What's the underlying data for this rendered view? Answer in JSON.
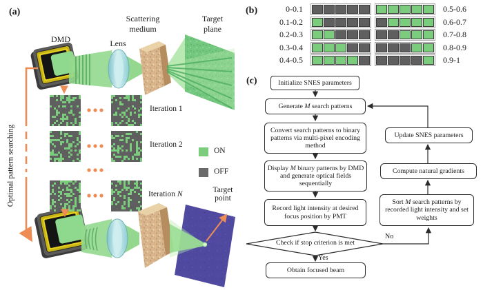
{
  "colors": {
    "on_green": "#7ccc7e",
    "off_gray": "#5f5f5f",
    "legend_gray": "#6a6a6a",
    "orange": "#ee8c55",
    "beam_green": "#8ed689",
    "lens_cyan": "#a7dadd",
    "medium_tan": "#d8b58c",
    "plane_green": "#74c77f",
    "plane_purple": "#4f4aa0"
  },
  "panel_a": {
    "label": "(a)",
    "dmd_label": "DMD",
    "lens_label": "Lens",
    "scattering_label": [
      "Scattering",
      "medium"
    ],
    "target_plane_label": [
      "Target",
      "plane"
    ],
    "iteration_labels": [
      "Iteration 1",
      "Iteration 2"
    ],
    "iteration_n": {
      "pre": "Iteration ",
      "var": "N"
    },
    "side_label": "Optimal pattern searching",
    "legend": [
      {
        "label": "ON",
        "color": "#7ccc7e"
      },
      {
        "label": "OFF",
        "color": "#6a6a6a"
      }
    ],
    "target_point_label": [
      "Target",
      "point"
    ]
  },
  "panel_b": {
    "label": "(b)",
    "left_rows": [
      {
        "label": "0-0.1",
        "cells": [
          0,
          0,
          0,
          0,
          0
        ]
      },
      {
        "label": "0.1-0.2",
        "cells": [
          1,
          0,
          0,
          0,
          0
        ]
      },
      {
        "label": "0.2-0.3",
        "cells": [
          1,
          1,
          0,
          0,
          0
        ]
      },
      {
        "label": "0.3-0.4",
        "cells": [
          1,
          1,
          1,
          0,
          0
        ]
      },
      {
        "label": "0.4-0.5",
        "cells": [
          1,
          1,
          1,
          1,
          0
        ]
      }
    ],
    "right_rows": [
      {
        "label": "0.5-0.6",
        "cells": [
          1,
          1,
          1,
          1,
          1
        ]
      },
      {
        "label": "0.6-0.7",
        "cells": [
          0,
          1,
          1,
          1,
          1
        ]
      },
      {
        "label": "0.7-0.8",
        "cells": [
          0,
          0,
          1,
          1,
          1
        ]
      },
      {
        "label": "0.8-0.9",
        "cells": [
          0,
          0,
          0,
          1,
          1
        ]
      },
      {
        "label": "0.9-1",
        "cells": [
          0,
          0,
          0,
          0,
          1
        ]
      }
    ]
  },
  "panel_c": {
    "label": "(c)",
    "boxes": {
      "init": {
        "pre": "Initialize SNES parameters",
        "var": "",
        "post": ""
      },
      "generate": {
        "pre": "Generate ",
        "var": "M",
        "post": " search patterns"
      },
      "convert": {
        "pre": "Convert search patterns to binary patterns via multi-pixel encoding method",
        "var": "",
        "post": ""
      },
      "display": {
        "pre": "Display ",
        "var": "M",
        "post": " binary patterns by DMD and generate optical fields sequentially"
      },
      "record": {
        "pre": "Record light intensity at desired focus position by PMT",
        "var": "",
        "post": ""
      },
      "decision": {
        "pre": "Check if stop criterion is met",
        "var": "",
        "post": ""
      },
      "obtain": {
        "pre": "Obtain focused beam",
        "var": "",
        "post": ""
      },
      "update": {
        "pre": "Update SNES parameters",
        "var": "",
        "post": ""
      },
      "compute": {
        "pre": "Compute natural gradients",
        "var": "",
        "post": ""
      },
      "sort": {
        "pre": "Sort ",
        "var": "M",
        "post": " search patterns by recorded light intensity and set weights"
      }
    },
    "yes_label": "Yes",
    "no_label": "No"
  }
}
